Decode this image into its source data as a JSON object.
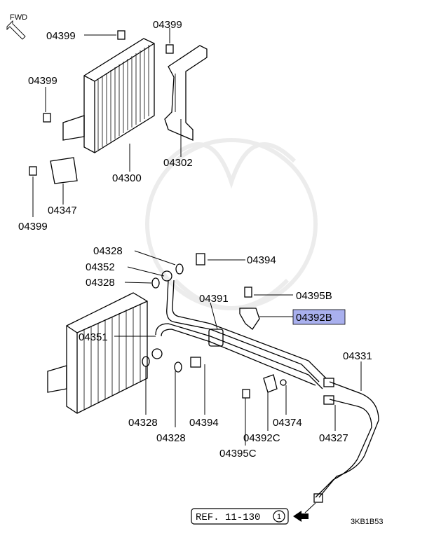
{
  "fwd_label": "FWD",
  "labels": {
    "l04399_top_left": "04399",
    "l04399_top_right": "04399",
    "l04399_left": "04399",
    "l04399_bottom_left": "04399",
    "l04300": "04300",
    "l04302": "04302",
    "l04347": "04347",
    "l04328_a": "04328",
    "l04352": "04352",
    "l04328_b": "04328",
    "l04394_top": "04394",
    "l04391": "04391",
    "l04395B": "04395B",
    "l04392B": "04392B",
    "l04351": "04351",
    "l04331": "04331",
    "l04328_c": "04328",
    "l04394_bottom": "04394",
    "l04374": "04374",
    "l04327": "04327",
    "l04328_d": "04328",
    "l04392C": "04392C",
    "l04395C": "04395C"
  },
  "highlight_color": "#a9b0ee",
  "ref_label": "REF. 11-130",
  "ref_circle_num": "1",
  "code_label": "3KB1B53"
}
